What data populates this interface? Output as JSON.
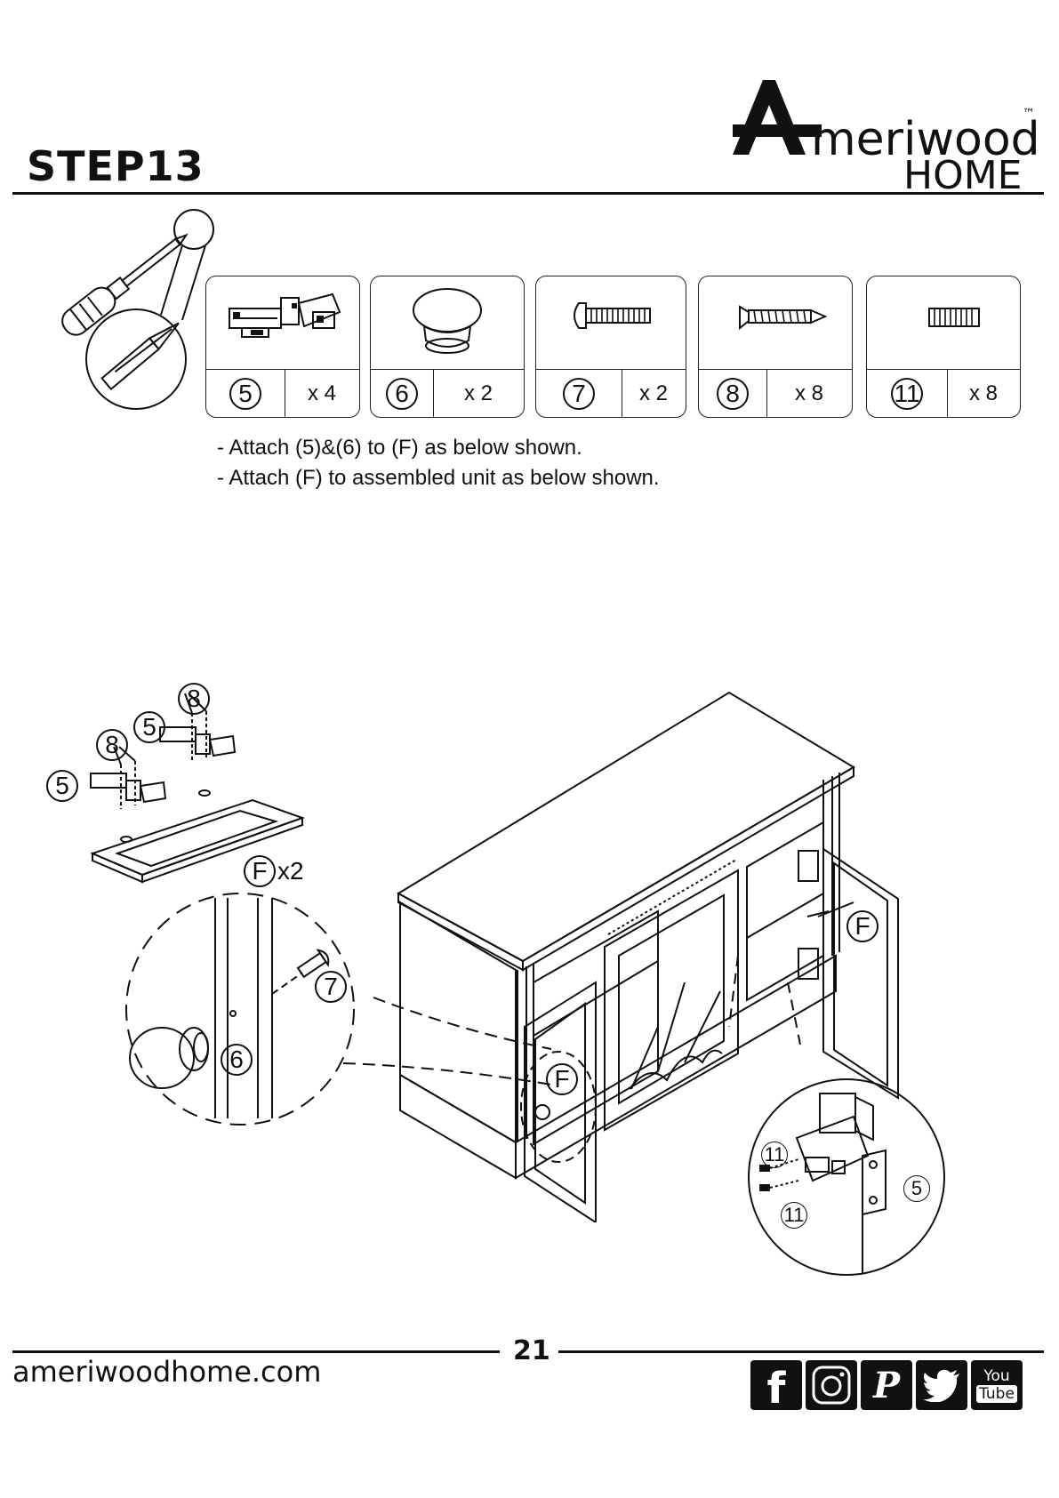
{
  "header": {
    "step_title": "STEP13"
  },
  "brand": {
    "logo_letter": "A",
    "logo_word": "meriwood",
    "logo_sub": "HOME",
    "logo_tm": "™"
  },
  "parts": [
    {
      "id": "5",
      "qty": "x 4",
      "icon": "hinge-icon"
    },
    {
      "id": "6",
      "qty": "x 2",
      "icon": "knob-icon"
    },
    {
      "id": "7",
      "qty": "x 2",
      "icon": "machine-screw-icon"
    },
    {
      "id": "8",
      "qty": "x 8",
      "icon": "wood-screw-icon"
    },
    {
      "id": "11",
      "qty": "x 8",
      "icon": "euro-screw-icon"
    }
  ],
  "instructions": [
    "- Attach (5)&(6) to (F) as below shown.",
    "- Attach (F) to assembled unit as below shown."
  ],
  "callouts": {
    "door_label": "F",
    "door_qty": "x2",
    "left_five": "5",
    "left_eight": "8",
    "mid_five": "5",
    "mid_eight": "8",
    "knob_six": "6",
    "knob_seven": "7",
    "unit_f_left": "F",
    "unit_f_right": "F",
    "hinge_eleven_top": "11",
    "hinge_eleven_bottom": "11",
    "hinge_five": "5"
  },
  "footer": {
    "page_number": "21",
    "url": "ameriwoodhome.com"
  },
  "social": [
    {
      "name": "facebook-icon",
      "glyph": "f"
    },
    {
      "name": "instagram-icon",
      "glyph": ""
    },
    {
      "name": "pinterest-icon",
      "glyph": "P"
    },
    {
      "name": "twitter-icon",
      "glyph": ""
    },
    {
      "name": "youtube-icon",
      "glyph_top": "You",
      "glyph_bottom": "Tube"
    }
  ]
}
